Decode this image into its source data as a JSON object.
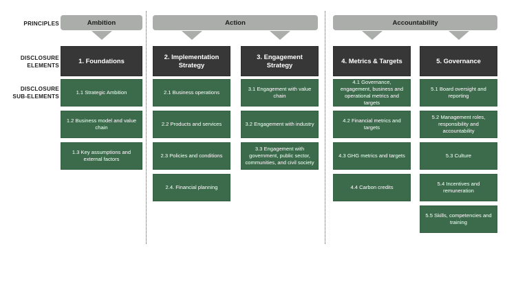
{
  "row_labels": [
    {
      "id": "principles",
      "text": "PRINCIPLES"
    },
    {
      "id": "disclosure-elements",
      "text": "DISCLOSURE\nELEMENTS"
    },
    {
      "id": "disclosure-sub-elements",
      "text": "DISCLOSURE\nSUB-ELEMENTS"
    }
  ],
  "colors": {
    "principle_bar": "#ABADAA",
    "element_box": "#373737",
    "sub_element_box": "#3C6B4C",
    "divider": "#4D4D4D",
    "background": "#FFFFFF",
    "text_on_dark": "#FFFFFF",
    "label_text": "#1D1D1D"
  },
  "principles": [
    {
      "label": "Ambition"
    },
    {
      "label": "Action"
    },
    {
      "label": "Accountability"
    }
  ],
  "columns": [
    {
      "principle": "Ambition",
      "element": "1. Foundations",
      "sub_elements": [
        "1.1 Strategic Ambition",
        "1.2 Business model and value chain",
        "1.3 Key assumptions and external factors"
      ]
    },
    {
      "principle": "Action",
      "element": "2. Implementation Strategy",
      "sub_elements": [
        "2.1 Business operations",
        "2.2 Products and services",
        "2.3 Policies and conditions",
        "2.4. Financial planning"
      ]
    },
    {
      "principle": "Action",
      "element": "3. Engagement Strategy",
      "sub_elements": [
        "3.1 Engagement with value chain",
        "3.2 Engagement with industry",
        "3.3 Engagement with government, public sector, communities, and civil society"
      ]
    },
    {
      "principle": "Accountability",
      "element": "4. Metrics & Targets",
      "sub_elements": [
        "4.1 Governance, engagement, business and operational metrics and targets",
        "4.2 Financial metrics and targets",
        "4.3 GHG metrics and targets",
        "4.4 Carbon credits"
      ]
    },
    {
      "principle": "Accountability",
      "element": "5. Governance",
      "sub_elements": [
        "5.1 Board oversight and reporting",
        "5.2 Management roles, responsibility and accountability",
        "5.3 Culture",
        "5.4 Incentives and remuneration",
        "5.5 Skills, competencies and training"
      ]
    }
  ]
}
